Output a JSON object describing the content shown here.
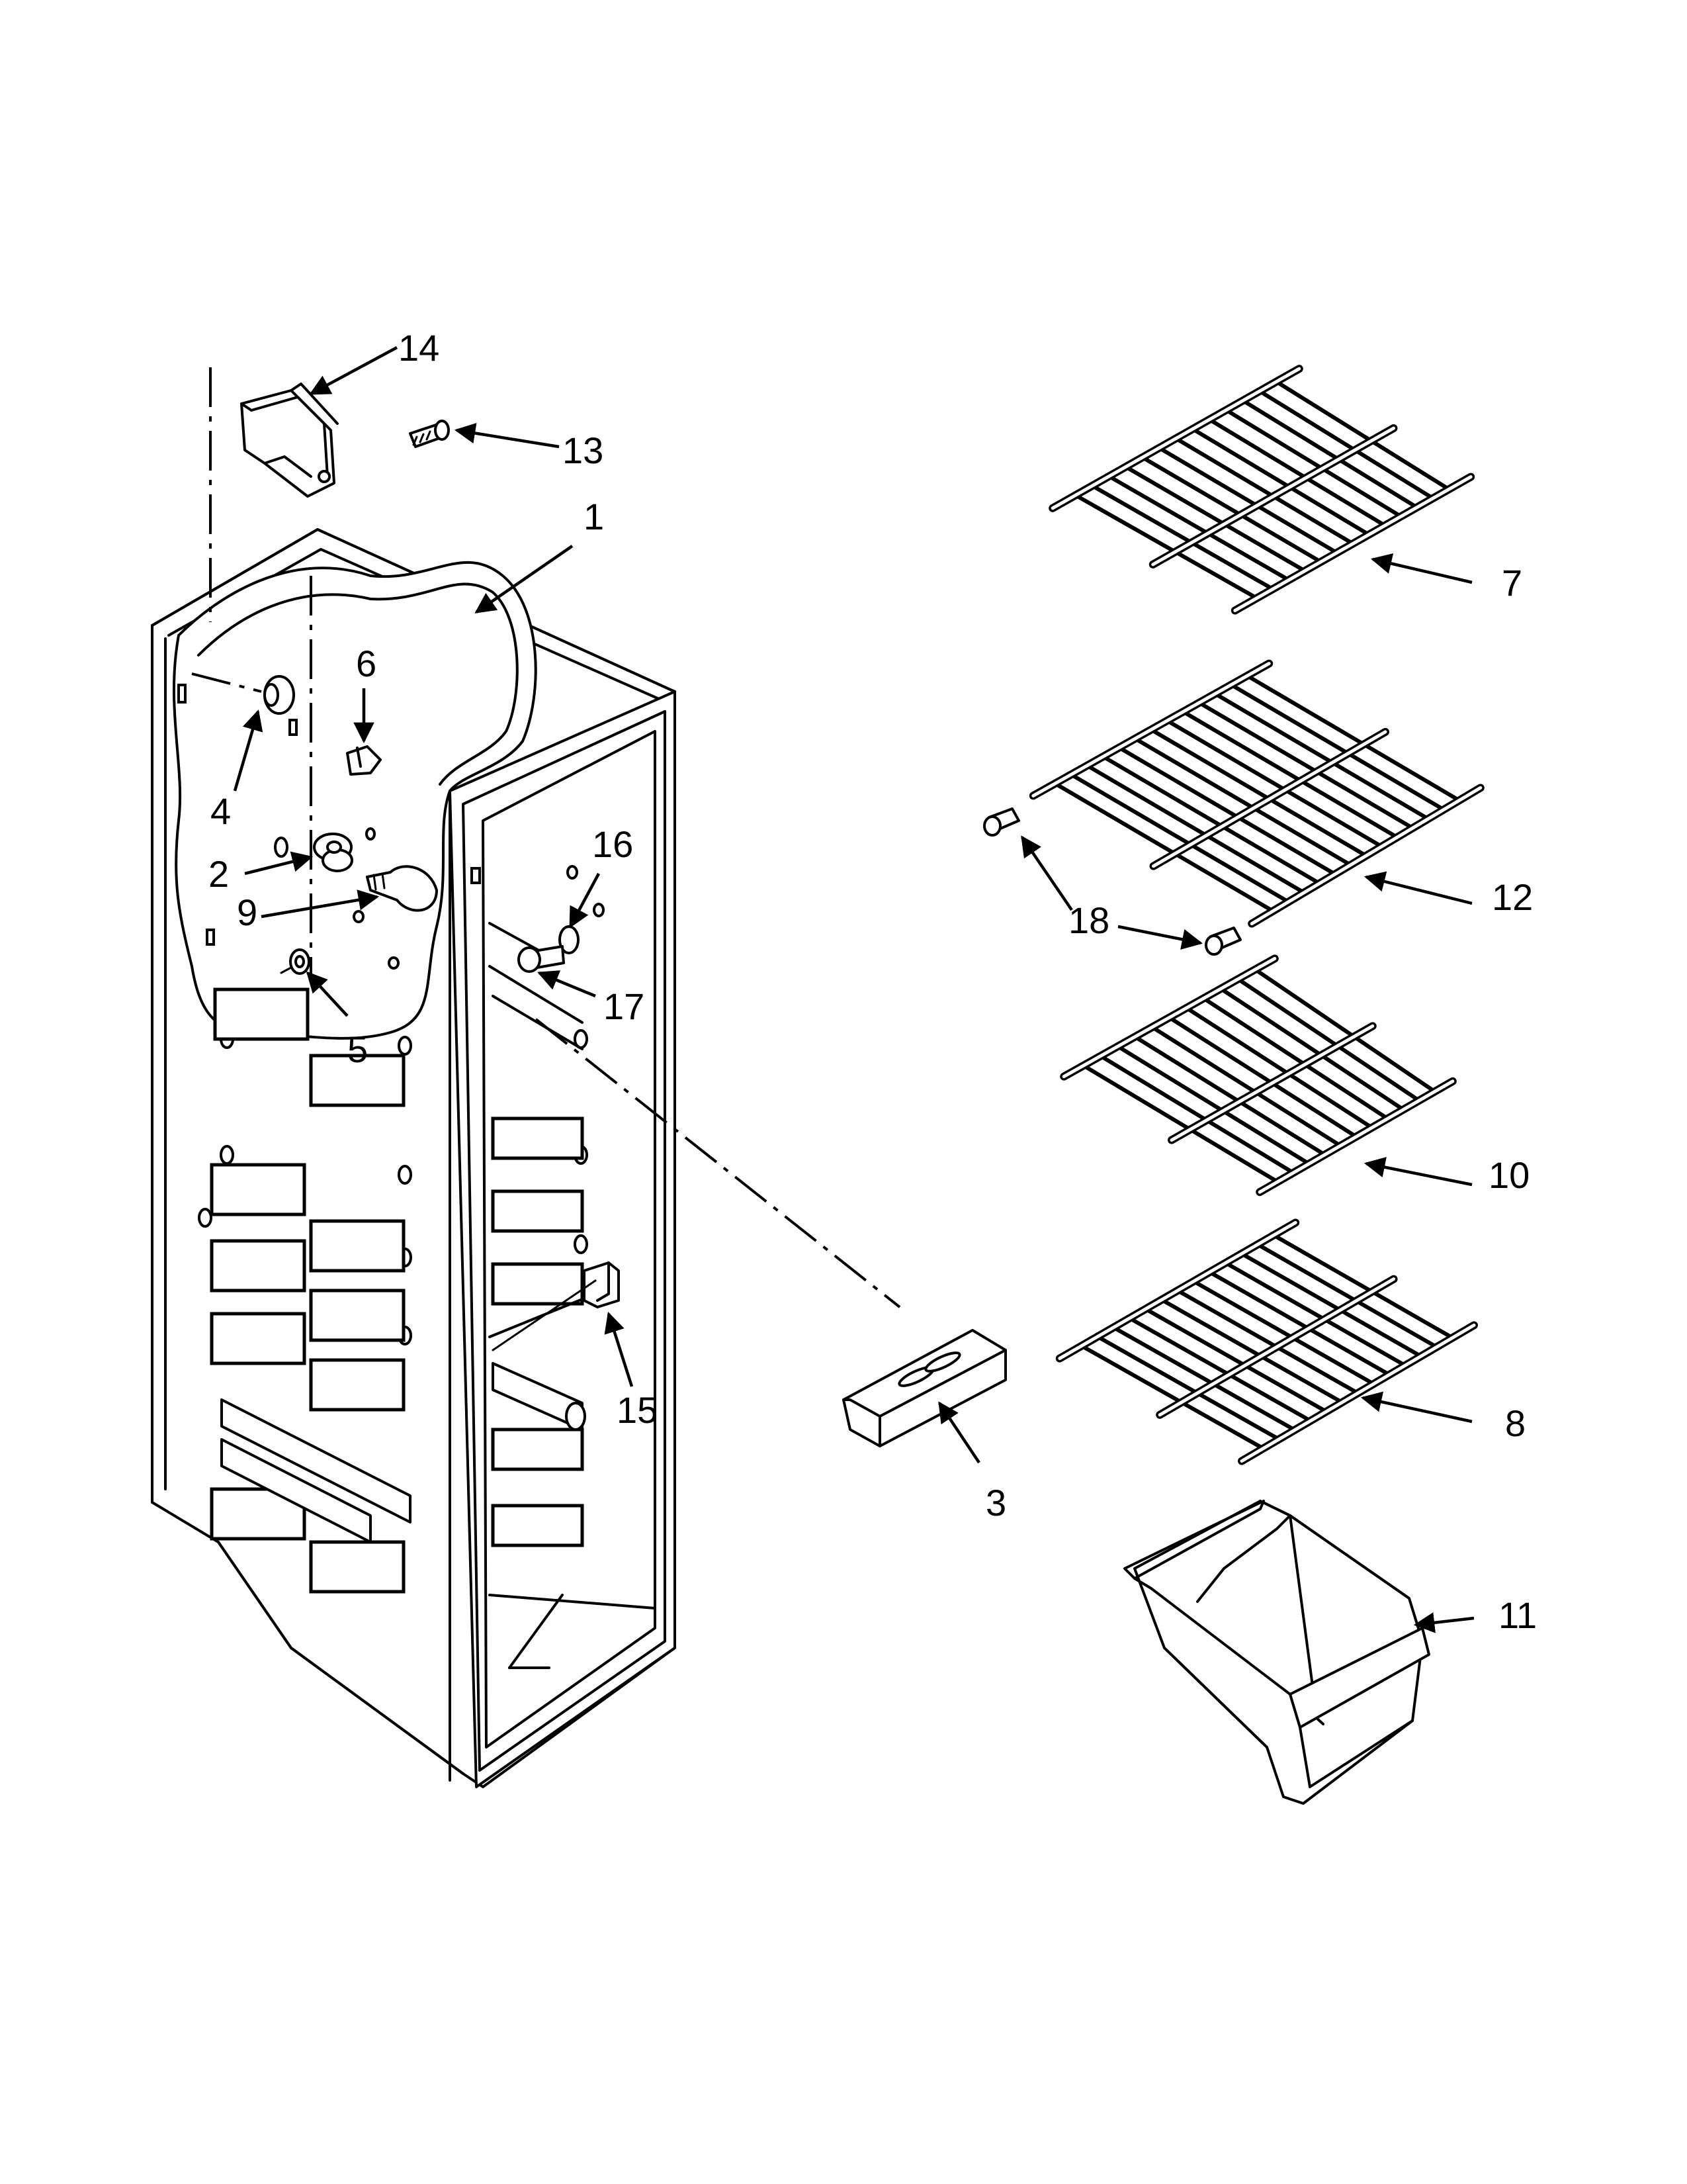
{
  "diagram": {
    "callouts": [
      {
        "id": "1",
        "label": "1"
      },
      {
        "id": "2",
        "label": "2"
      },
      {
        "id": "3",
        "label": "3"
      },
      {
        "id": "4",
        "label": "4"
      },
      {
        "id": "5",
        "label": "5"
      },
      {
        "id": "6",
        "label": "6"
      },
      {
        "id": "7",
        "label": "7"
      },
      {
        "id": "8",
        "label": "8"
      },
      {
        "id": "9",
        "label": "9"
      },
      {
        "id": "10",
        "label": "10"
      },
      {
        "id": "11",
        "label": "11"
      },
      {
        "id": "12",
        "label": "12"
      },
      {
        "id": "13",
        "label": "13"
      },
      {
        "id": "14",
        "label": "14"
      },
      {
        "id": "15",
        "label": "15"
      },
      {
        "id": "16",
        "label": "16"
      },
      {
        "id": "17",
        "label": "17"
      },
      {
        "id": "18",
        "label": "18"
      }
    ],
    "parts": {
      "liner": "freezer-liner",
      "shelves": [
        "wire-shelf-7",
        "wire-shelf-12",
        "wire-shelf-10",
        "wire-shelf-8"
      ],
      "bin": "freezer-bin-11",
      "cover": "light-cover-3",
      "bracket": "bracket-14",
      "screw": "screw-13"
    }
  }
}
